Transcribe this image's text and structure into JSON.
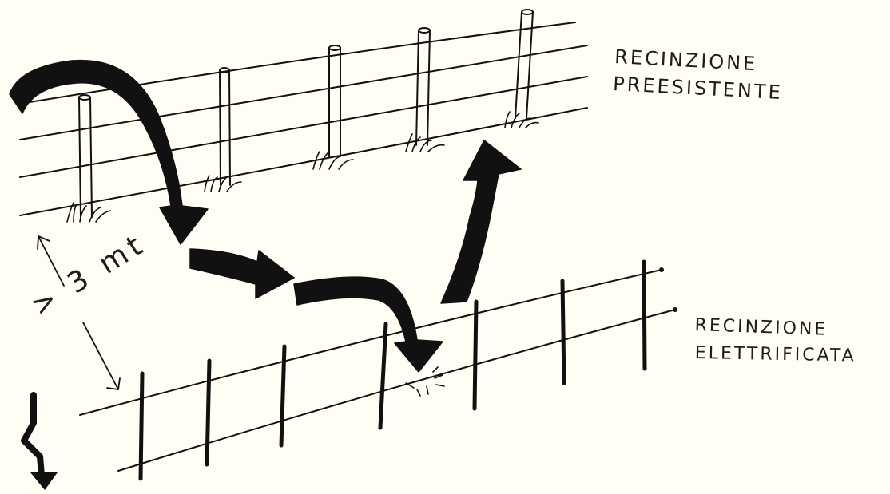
{
  "labels": {
    "existing_fence_line1": "RECINZIONE",
    "existing_fence_line2": "PREESISTENTE",
    "electric_fence_line1": "RECINZIONE",
    "electric_fence_line2": "ELETTRIFICATA",
    "distance": "> 3 mt"
  },
  "colors": {
    "paper": "#fffdf4",
    "ink": "#111111"
  },
  "icons": {
    "shock": "lightning-bolt-icon",
    "jump_path": "curved-arrow-icon",
    "measure": "double-arrow-icon"
  }
}
